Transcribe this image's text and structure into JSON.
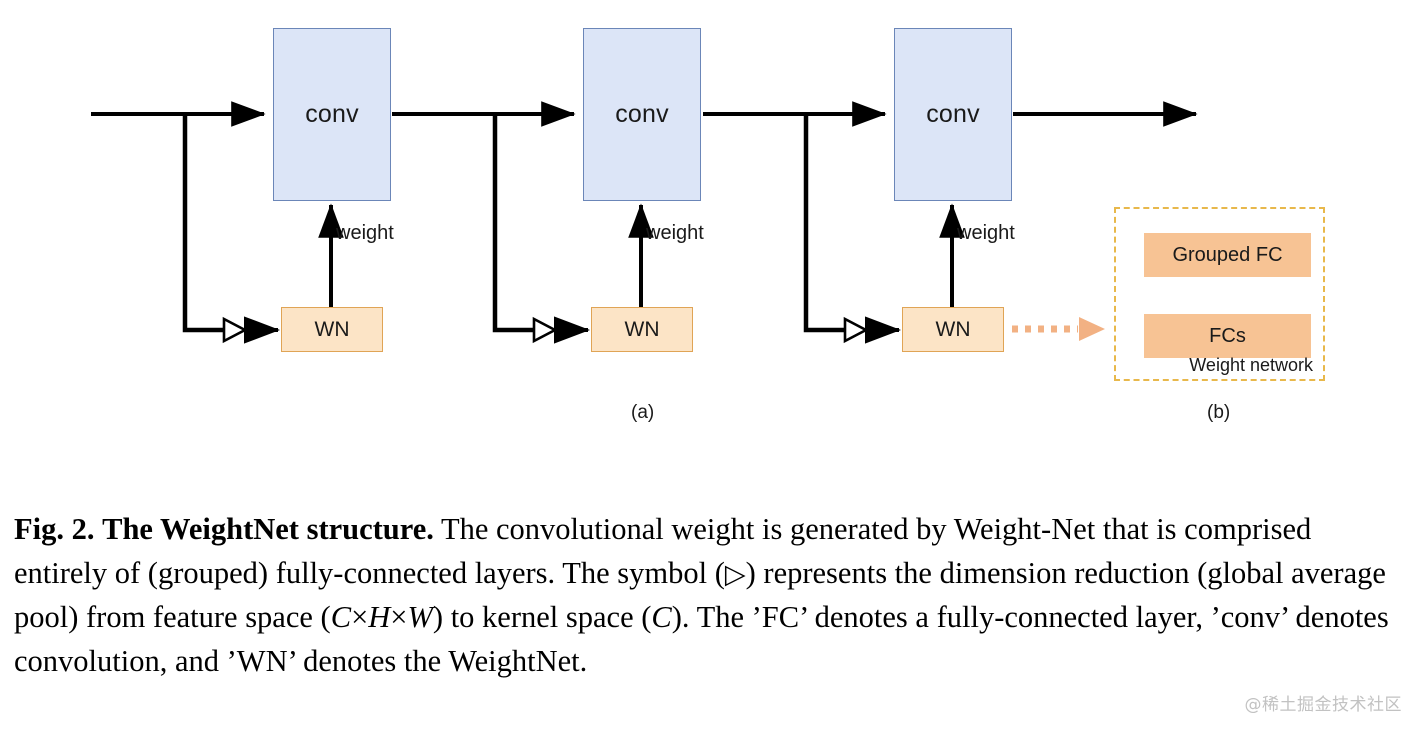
{
  "figure": {
    "blocks": [
      {
        "id": "conv1",
        "label": "conv"
      },
      {
        "id": "conv2",
        "label": "conv"
      },
      {
        "id": "conv3",
        "label": "conv"
      }
    ],
    "weight_nets": [
      {
        "id": "wn1",
        "label": "WN"
      },
      {
        "id": "wn2",
        "label": "WN"
      },
      {
        "id": "wn3",
        "label": "WN"
      }
    ],
    "weight_edge_labels": [
      "weight",
      "weight",
      "weight"
    ],
    "subfigure_labels": {
      "left": "(a)",
      "right": "(b)"
    },
    "weight_network": {
      "top_box_label": "Grouped FC",
      "bottom_box_label": "FCs",
      "panel_caption": "Weight network"
    },
    "colors": {
      "conv_fill": "#dce5f7",
      "conv_stroke": "#6b86b8",
      "wn_fill": "#fce4c6",
      "wn_stroke": "#e0a455",
      "fc_fill": "#f7c394",
      "dashed_border": "#e8b84b",
      "dotted_arrow": "#f2b183",
      "line": "#000000"
    }
  },
  "caption": {
    "label": "Fig. 2.",
    "title": "The WeightNet structure.",
    "part1": " The convolutional weight is generated by Weight-Net that is comprised entirely of (grouped) fully-connected layers. The symbol (",
    "symbol": "▷",
    "part2": ") represents the dimension reduction (global average pool) from feature space (",
    "math1": "C",
    "times1": "×",
    "math2": "H",
    "times2": "×",
    "math3": "W",
    "part3": ") to kernel space (",
    "math4": "C",
    "part4": "). The ’FC’ denotes a fully-connected layer, ’conv’ denotes convolution, and ’WN’ denotes the WeightNet."
  },
  "watermark": {
    "text": "@稀土掘金技术社区"
  }
}
